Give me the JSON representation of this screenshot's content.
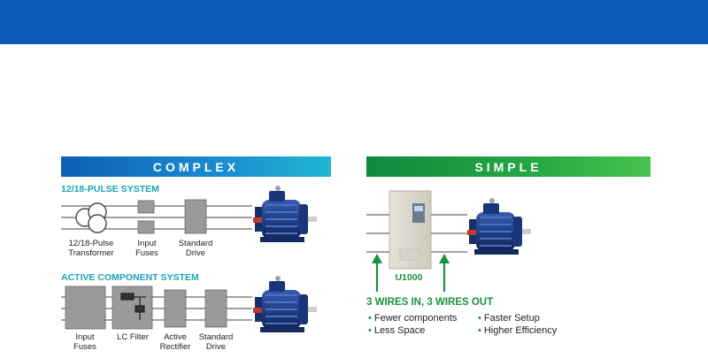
{
  "complex": {
    "banner": "COMPLEX",
    "pulse_system": {
      "title": "12/18-PULSE SYSTEM",
      "labels": [
        "12/18-Pulse Transformer",
        "Input Fuses",
        "Standard Drive"
      ]
    },
    "active_system": {
      "title": "ACTIVE COMPONENT SYSTEM",
      "labels": [
        "Input Fuses",
        "LC Filter",
        "Active Rectifier",
        "Standard Drive"
      ]
    }
  },
  "simple": {
    "banner": "SIMPLE",
    "drive_label": "U1000",
    "wires_title": "3 WIRES IN, 3 WIRES OUT",
    "benefits": [
      "Fewer components",
      "Faster Setup",
      "Less Space",
      "Higher Efficiency"
    ]
  },
  "colors": {
    "top_bar": "#0a5ab8",
    "complex_accent": "#1aa3b8",
    "simple_accent": "#16913f",
    "motor": "#1f3f86"
  }
}
